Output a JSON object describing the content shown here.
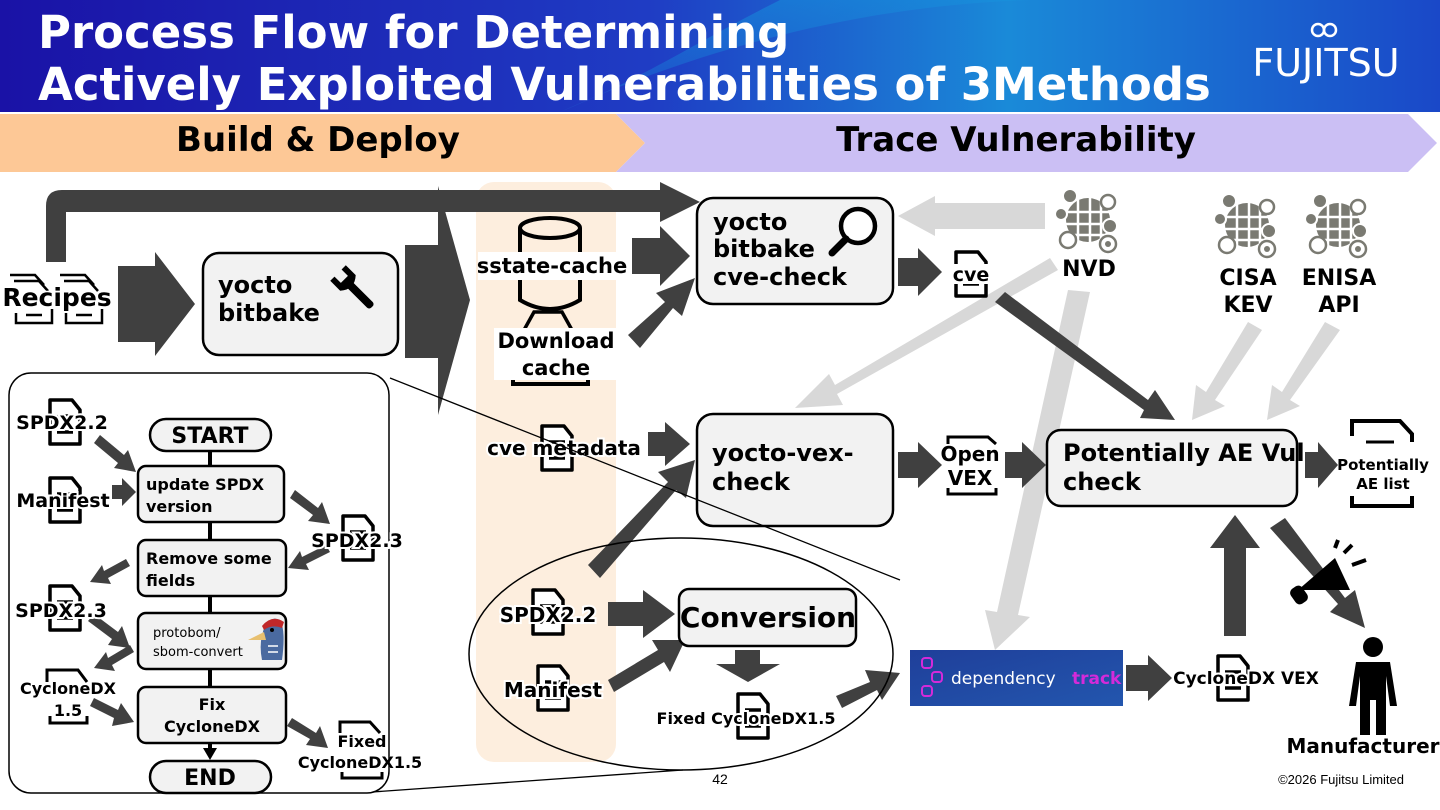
{
  "header": {
    "title_line1": "Process Flow for Determining",
    "title_line2": "Actively Exploited Vulnerabilities of 3Methods",
    "logo": "FUJITSU",
    "colors": {
      "title_bg_dark": "#1a1aa8",
      "title_bg_light": "#1c7fd8",
      "title_accent": "#10b0e8"
    }
  },
  "phases": {
    "build": {
      "label": "Build & Deploy",
      "color": "#fdc896"
    },
    "trace": {
      "label": "Trace Vulnerability",
      "color": "#cbbff4"
    }
  },
  "method1": {
    "input": "Recipes",
    "bitbake": [
      "yocto",
      "bitbake"
    ],
    "sstate": "sstate-cache",
    "download": [
      "Download",
      "cache"
    ],
    "cve_check": [
      "yocto",
      "bitbake",
      "cve-check"
    ],
    "cve_file": "cve"
  },
  "method2": {
    "cve_metadata": "cve metadata",
    "vex_check": [
      "yocto-vex-",
      "check"
    ],
    "openvex": [
      "Open",
      "VEX"
    ]
  },
  "sources": {
    "nvd": "NVD",
    "cisa": [
      "CISA",
      "KEV"
    ],
    "enisa": [
      "ENISA",
      "API"
    ]
  },
  "ae_check": {
    "label": [
      "Potentially AE Vul",
      "check"
    ],
    "output": [
      "Potentially",
      "AE list"
    ],
    "recipient": "Manufacturer"
  },
  "method3": {
    "spdx": "SPDX2.2",
    "manifest": "Manifest",
    "conversion": "Conversion",
    "fixed": "Fixed CycloneDX1.5",
    "dependency_track": {
      "text_a": "dependency",
      "text_b": "track",
      "bg": "#1c4a9c",
      "accent": "#d42ad9"
    },
    "cyclonedx_vex": "CycloneDX VEX"
  },
  "detail_flow": {
    "start": "START",
    "end": "END",
    "steps": [
      [
        "update SPDX",
        "version"
      ],
      [
        "Remove some",
        "fields"
      ],
      [
        "protobom/",
        "sbom-convert"
      ],
      [
        "Fix",
        "CycloneDX"
      ]
    ],
    "files": {
      "spdx22": "SPDX2.2",
      "manifest": "Manifest",
      "spdx23_out": "SPDX2.3",
      "spdx23_in": "SPDX2.3",
      "cdx15": [
        "CycloneDX",
        "1.5"
      ],
      "fixed_cdx": [
        "Fixed",
        "CycloneDX1.5"
      ]
    }
  },
  "footer": {
    "page": "42",
    "copyright": "©2026 Fujitsu Limited"
  }
}
